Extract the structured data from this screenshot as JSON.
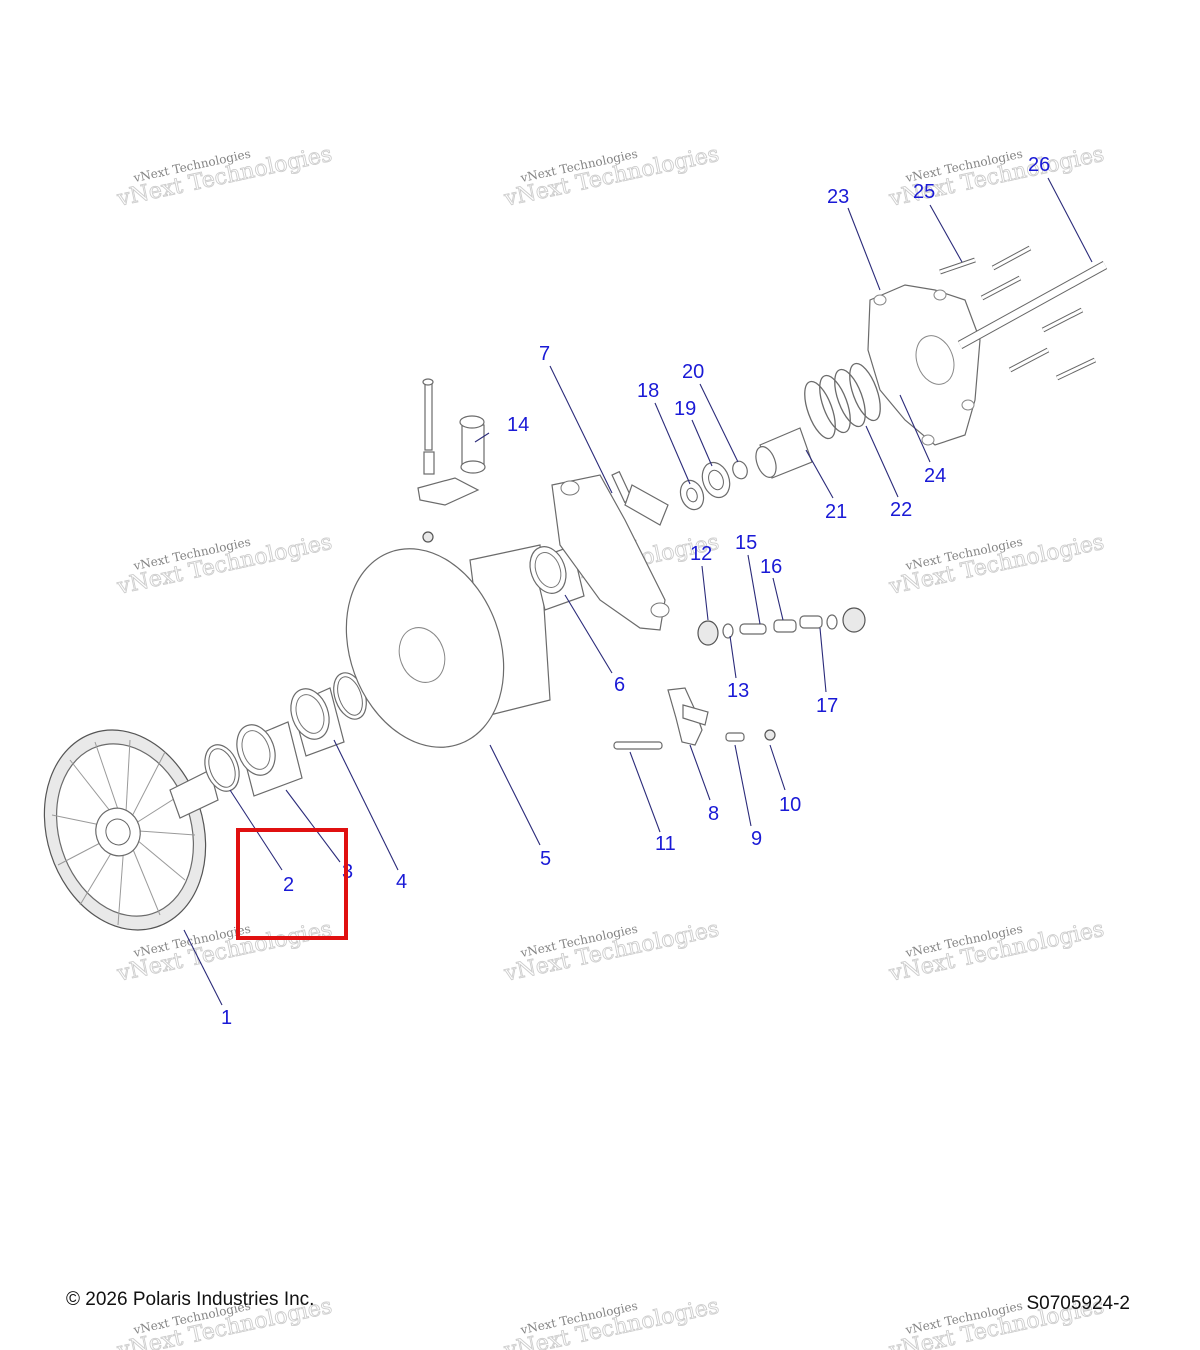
{
  "diagram": {
    "callouts": [
      "1",
      "2",
      "3",
      "4",
      "5",
      "6",
      "7",
      "8",
      "9",
      "10",
      "11",
      "12",
      "13",
      "14",
      "15",
      "16",
      "17",
      "18",
      "19",
      "20",
      "21",
      "22",
      "23",
      "24",
      "25",
      "26"
    ],
    "highlighted_callout": "2",
    "highlight_color": "#e01010",
    "callout_color": "#1a1ad6"
  },
  "watermark": {
    "line1": "vNext Technologies",
    "line2": "vNext Technologies"
  },
  "footer": {
    "copyright": "© 2026 Polaris Industries Inc.",
    "diagram_id": "S0705924-2"
  }
}
